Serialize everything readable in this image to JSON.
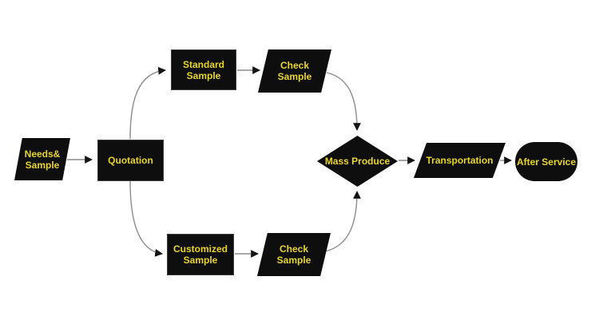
{
  "diagram": {
    "type": "flowchart",
    "background": "#ffffff",
    "colors": {
      "node_fill": "#0e0e0e",
      "label_text": "#e8d52b",
      "connector_line": "#8c8c8c",
      "arrowhead": "#141414"
    },
    "nodes": {
      "needs_sample": {
        "label": "Needs&\nSample",
        "shape": "parallelogram"
      },
      "quotation": {
        "label": "Quotation",
        "shape": "rectangle"
      },
      "standard_sample": {
        "label": "Standard\nSample",
        "shape": "rectangle"
      },
      "check_sample_top": {
        "label": "Check\nSample",
        "shape": "parallelogram"
      },
      "customized_sample": {
        "label": "Customized\nSample",
        "shape": "rectangle"
      },
      "check_sample_bottom": {
        "label": "Check\nSample",
        "shape": "parallelogram"
      },
      "mass_produce": {
        "label": "Mass Produce",
        "shape": "diamond"
      },
      "transportation": {
        "label": "Transportation",
        "shape": "parallelogram"
      },
      "after_service": {
        "label": "After Service",
        "shape": "stadium"
      }
    },
    "edges": [
      {
        "from": "needs_sample",
        "to": "quotation"
      },
      {
        "from": "quotation",
        "to": "standard_sample"
      },
      {
        "from": "standard_sample",
        "to": "check_sample_top"
      },
      {
        "from": "check_sample_top",
        "to": "mass_produce"
      },
      {
        "from": "quotation",
        "to": "customized_sample"
      },
      {
        "from": "customized_sample",
        "to": "check_sample_bottom"
      },
      {
        "from": "check_sample_bottom",
        "to": "mass_produce"
      },
      {
        "from": "mass_produce",
        "to": "transportation"
      },
      {
        "from": "transportation",
        "to": "after_service"
      }
    ]
  }
}
